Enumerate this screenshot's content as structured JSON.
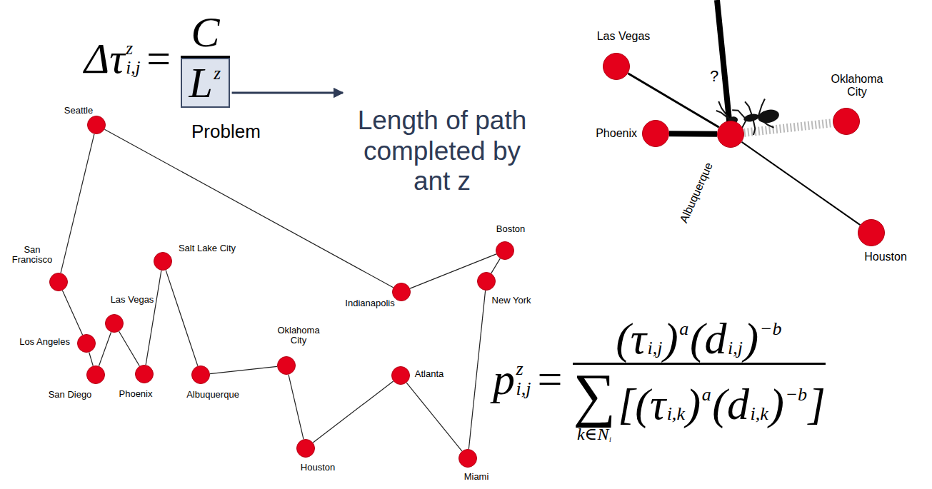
{
  "diagram": {
    "nodes": [
      {
        "text": [
          "Seattle"
        ]
      },
      {
        "text": [
          "San Francisco"
        ]
      },
      {
        "text": [
          "Los Angeles"
        ]
      },
      {
        "text": [
          "San Diego"
        ]
      },
      {
        "text": [
          "Las Vegas"
        ]
      },
      {
        "text": [
          "Phoenix"
        ]
      },
      {
        "text": [
          "Salt Lake City"
        ]
      },
      {
        "text": [
          "Albuquerque"
        ]
      },
      {
        "text": [
          "Oklahoma City"
        ]
      },
      {
        "text": [
          "Houston"
        ]
      },
      {
        "text": [
          "Atlanta"
        ]
      },
      {
        "text": [
          "Miami"
        ]
      },
      {
        "text": [
          "New York"
        ]
      },
      {
        "text": [
          "Boston"
        ]
      },
      {
        "text": [
          "Indianapolis"
        ]
      },
      {
        "text": [
          "Las Vegas"
        ]
      },
      {
        "text": [
          "Oklahoma City"
        ]
      },
      {
        "text": [
          "Phoenix"
        ]
      },
      {
        "text": [
          "Albuquerque"
        ]
      },
      {
        "text": [
          "Houston"
        ]
      }
    ],
    "edges": [
      {
        "from": 0,
        "to": 1,
        "arrow": "none"
      },
      {
        "from": 1,
        "to": 2,
        "arrow": "none"
      },
      {
        "from": 2,
        "to": 3,
        "arrow": "none"
      },
      {
        "from": 3,
        "to": 4,
        "arrow": "none"
      },
      {
        "from": 4,
        "to": 5,
        "arrow": "none"
      },
      {
        "from": 5,
        "to": 6,
        "arrow": "none"
      },
      {
        "from": 6,
        "to": 7,
        "arrow": "none"
      },
      {
        "from": 7,
        "to": 8,
        "arrow": "none"
      },
      {
        "from": 8,
        "to": 9,
        "arrow": "none"
      },
      {
        "from": 9,
        "to": 10,
        "arrow": "none"
      },
      {
        "from": 10,
        "to": 11,
        "arrow": "none"
      },
      {
        "from": 11,
        "to": 12,
        "arrow": "none"
      },
      {
        "from": 12,
        "to": 13,
        "arrow": "none"
      },
      {
        "from": 13,
        "to": 14,
        "arrow": "none"
      },
      {
        "from": 14,
        "to": 0,
        "arrow": "none"
      },
      {
        "from": 15,
        "to": 18,
        "arrow": "none"
      },
      {
        "from": 17,
        "to": 18,
        "arrow": "none"
      },
      {
        "from": 18,
        "to": 16,
        "arrow": "none"
      },
      {
        "from": 18,
        "to": 19,
        "arrow": "none"
      }
    ],
    "labels": [
      "Δτ",
      "z",
      "i,j",
      "=",
      "C",
      "L",
      "z",
      "Problem",
      "Length of path completed by ant z",
      "?",
      "p",
      "z",
      "i,j",
      "=",
      "(τ",
      "i,j",
      ")",
      "a",
      "(d",
      "i,j",
      ")",
      "−b",
      "∑",
      "k∈N",
      "i",
      "[(τ",
      "i,k",
      ")",
      "a",
      "(d",
      "i,k",
      ")",
      "−b",
      "]"
    ]
  }
}
